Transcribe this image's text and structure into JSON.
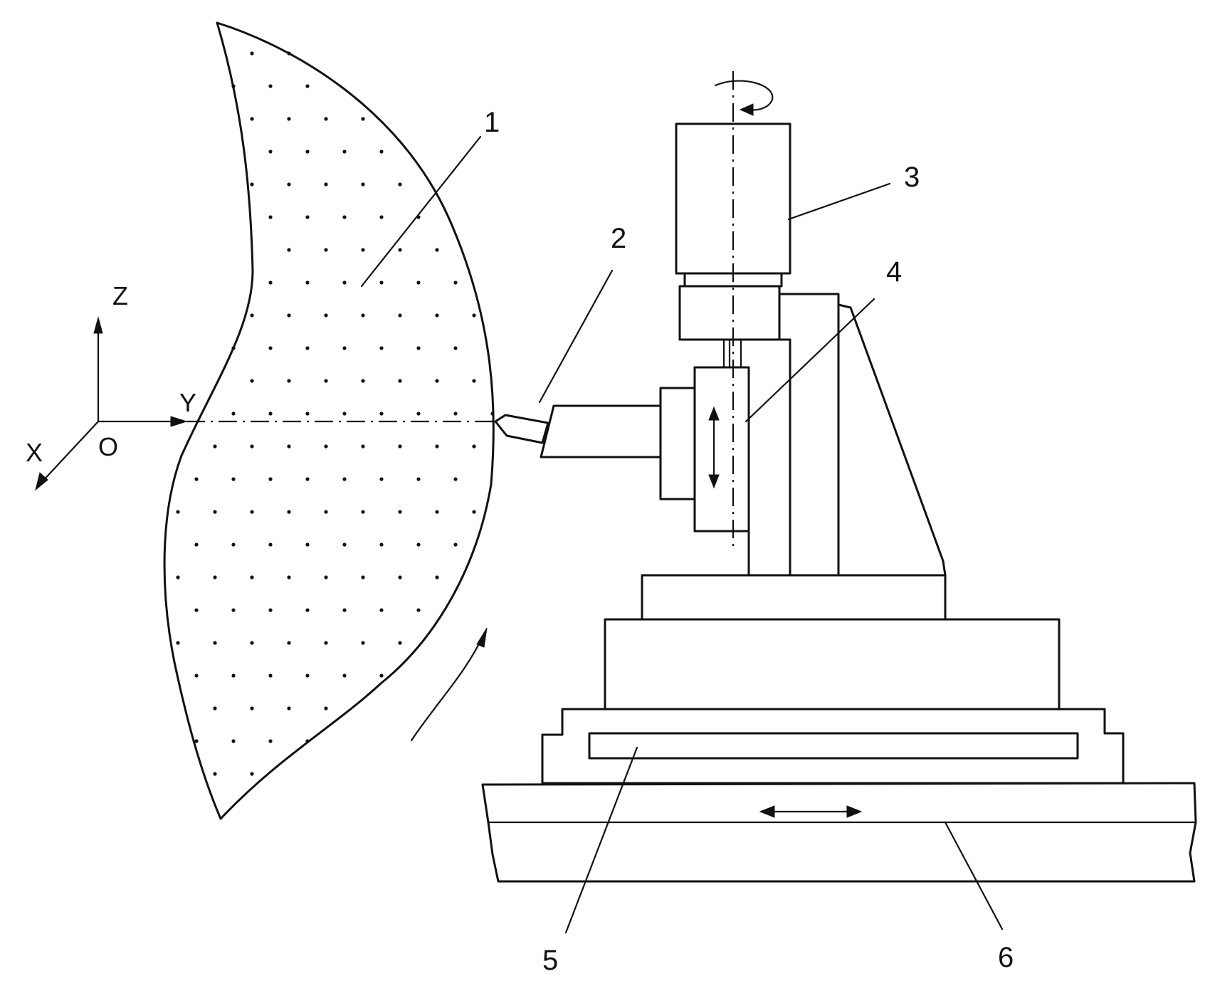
{
  "diagram": {
    "labels": {
      "part_1": "1",
      "part_2": "2",
      "part_3": "3",
      "part_4": "4",
      "part_5": "5",
      "part_6": "6"
    },
    "axes": {
      "x": "X",
      "y": "Y",
      "z": "Z",
      "origin": "O"
    }
  }
}
